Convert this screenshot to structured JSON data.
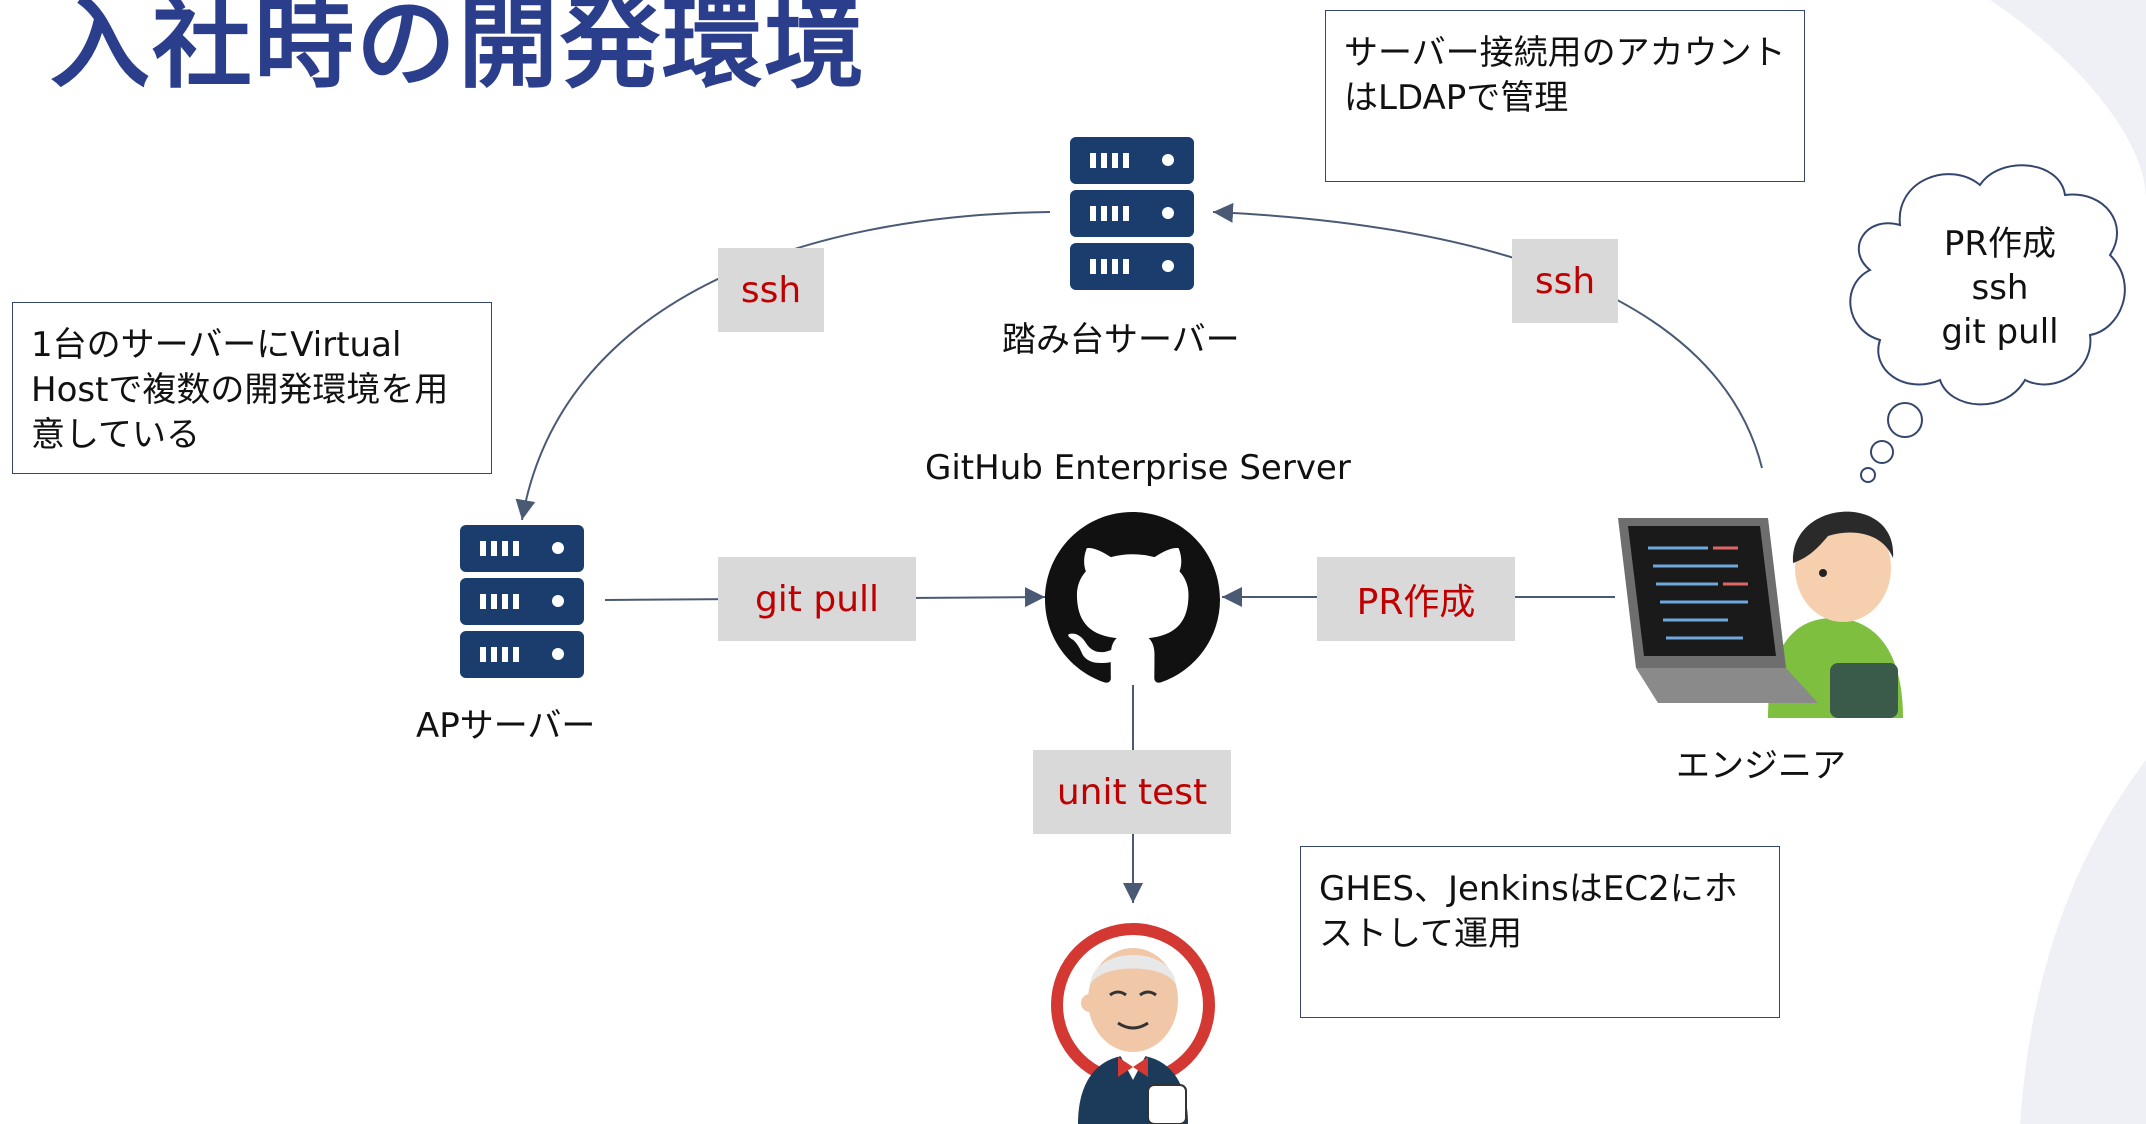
{
  "title": "入社時の開発環境",
  "notes": {
    "ldap": "サーバー接続用のアカウントはLDAPで管理",
    "virtual_host": "1台のサーバーにVirtual Hostで複数の開発環境を用意している",
    "hosting": "GHES、JenkinsはEC2にホストして運用"
  },
  "nodes": {
    "bastion": "踏み台サーバー",
    "ap_server": "APサーバー",
    "github": "GitHub Enterprise Server",
    "engineer": "エンジニア"
  },
  "edges": {
    "ssh_left": "ssh",
    "ssh_right": "ssh",
    "git_pull": "git pull",
    "pr_create": "PR作成",
    "unit_test": "unit test"
  },
  "thought": [
    "PR作成",
    "ssh",
    "git pull"
  ],
  "colors": {
    "title": "#2b3e8c",
    "server": "#1a3d6e",
    "edge_text": "#c00000",
    "edge_bg": "#d9d9d9",
    "arrow": "#4a5a75"
  }
}
